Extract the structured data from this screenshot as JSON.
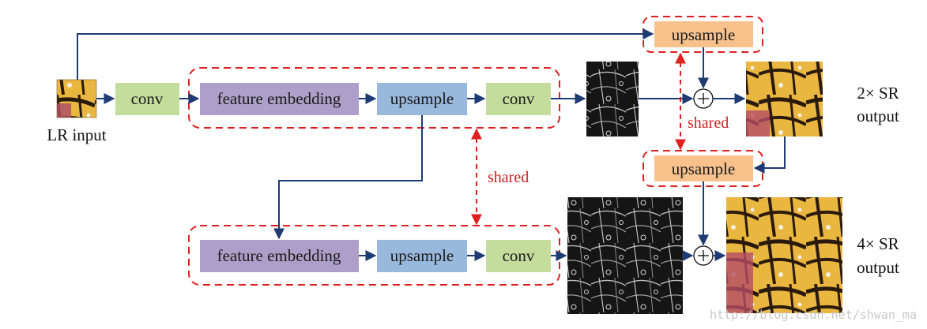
{
  "diagram": {
    "colors": {
      "arrow": "#1f3b73",
      "dashed": "#e02020",
      "conv": "#c5dd9c",
      "feature": "#ad9fc9",
      "upsample_blue": "#98b8dc",
      "upsample_orange": "#f9c28c"
    },
    "labels": {
      "lr_input": "LR input",
      "conv_first": "conv",
      "feature_embedding_top": "feature embedding",
      "upsample_top": "upsample",
      "conv_top": "conv",
      "feature_embedding_bottom": "feature embedding",
      "upsample_bottom": "upsample",
      "conv_bottom": "conv",
      "upsample_orange_top": "upsample",
      "upsample_orange_mid": "upsample",
      "shared_right": "shared",
      "shared_center": "shared",
      "output_2x_line1": "2× SR",
      "output_2x_line2": "output",
      "output_4x_line1": "4× SR",
      "output_4x_line2": "output",
      "plus_symbol": "+",
      "watermark": "http://blog.csdn.net/shwan_ma"
    },
    "images": {
      "lr_input": "butterfly-thumbnail",
      "residual_2x": "edge-residual-map",
      "output_2x": "butterfly-2x-output",
      "residual_4x": "edge-residual-map-large",
      "output_4x": "butterfly-4x-output"
    }
  }
}
